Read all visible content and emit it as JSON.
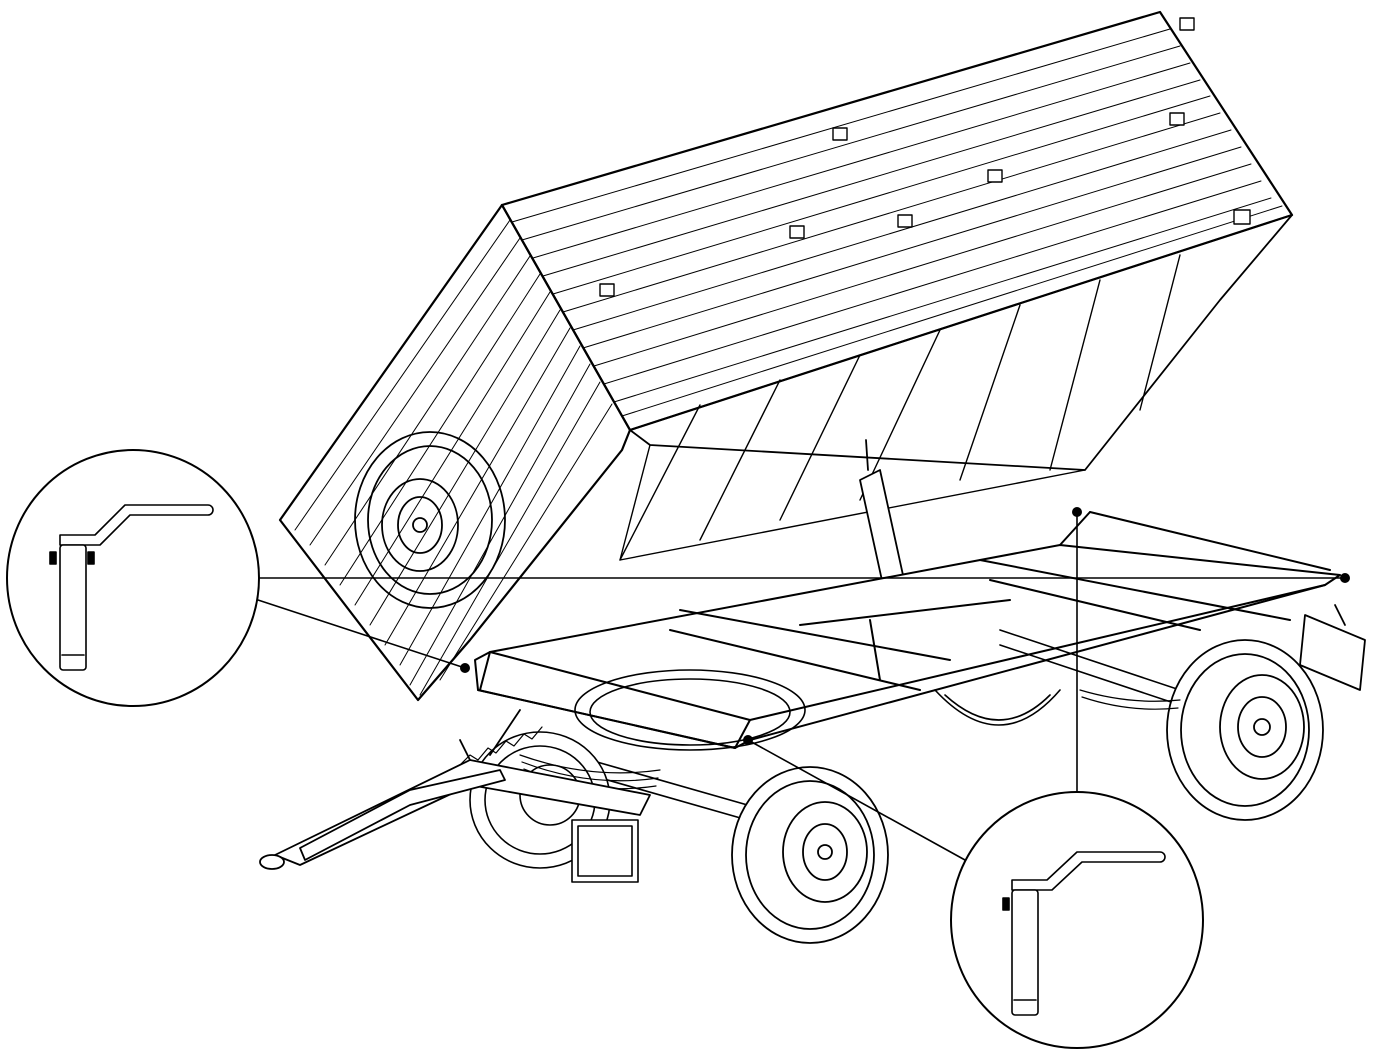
{
  "drawing": {
    "subject": "tipping-trailer-line-drawing",
    "colors": {
      "ink": "#000000",
      "paper": "#ffffff"
    },
    "details": [
      {
        "name": "left-pin-detail",
        "part": "locking-pin"
      },
      {
        "name": "right-pin-detail",
        "part": "locking-pin"
      }
    ]
  }
}
